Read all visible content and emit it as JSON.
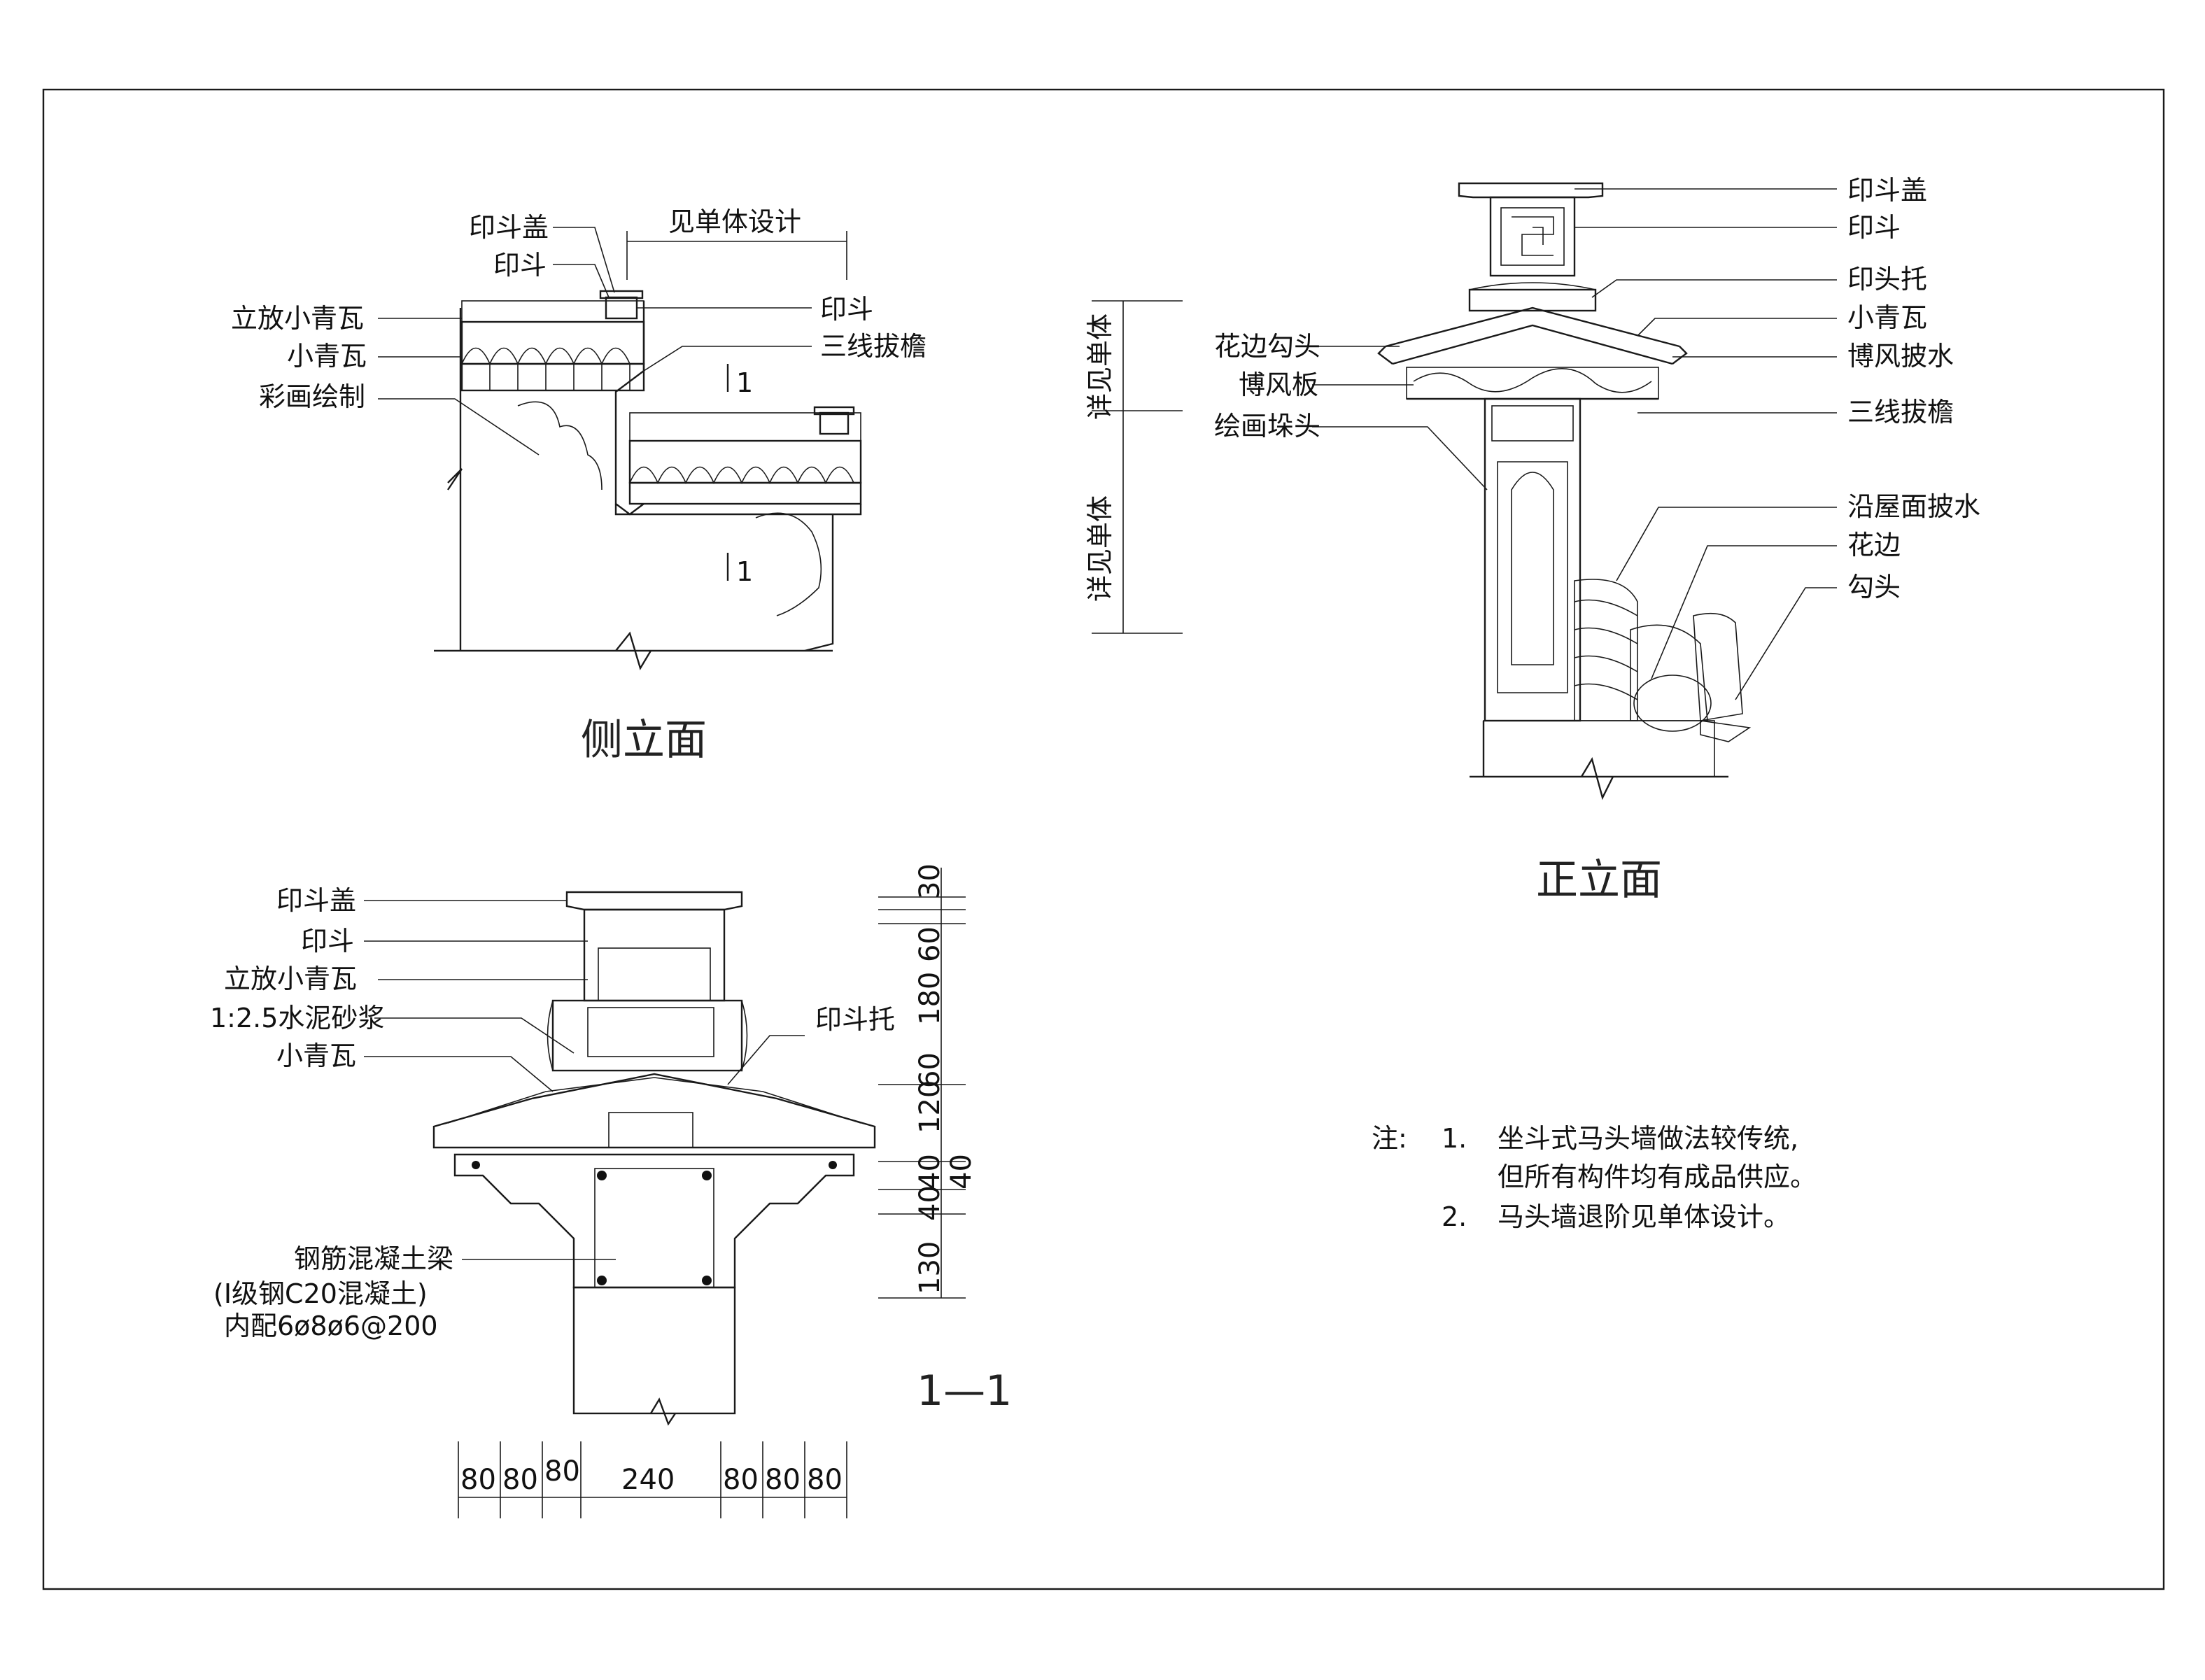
{
  "side_elevation": {
    "title": "侧立面",
    "dim_label": "见单体设计",
    "section_marks": [
      "1",
      "1"
    ],
    "labels": {
      "yindou_gai": "印斗盖",
      "yindou_left": "印斗",
      "lifang_xiaoqingwa": "立放小青瓦",
      "xiaoqingwa": "小青瓦",
      "caihua": "彩画绘制",
      "yindou_right": "印斗",
      "sanxian": "三线拔檐"
    }
  },
  "front_elevation": {
    "title": "正立面",
    "vertical_dims": [
      "详见单体",
      "详见单体"
    ],
    "labels": {
      "yindou_gai": "印斗盖",
      "yindou": "印斗",
      "yintou_tuo": "印头托",
      "xiaoqingwa": "小青瓦",
      "bofeng_pishui": "博风披水",
      "sanxian": "三线拔檐",
      "huabian_goutou": "花边勾头",
      "bofengban": "博风板",
      "huihua_duotou": "绘画垛头",
      "yanwumian_pishui": "沿屋面披水",
      "huabian": "花边",
      "goutou": "勾头"
    }
  },
  "section": {
    "title": "1—1",
    "labels": {
      "yindou_gai": "印斗盖",
      "yindou": "印斗",
      "lifang_xiaoqingwa": "立放小青瓦",
      "mortar": "1:2.5水泥砂浆",
      "xiaoqingwa": "小青瓦",
      "yindou_tuo": "印斗托",
      "beam_1": "钢筋混凝土梁",
      "beam_2": "(Ⅰ级钢C20混凝土)",
      "beam_3": "内配6ø8ø6@200"
    },
    "vertical_dims": [
      "30",
      "60",
      "180",
      "60",
      "120",
      "40",
      "40",
      "40",
      "130"
    ],
    "horizontal_dims": [
      "80",
      "80",
      "80",
      "240",
      "80",
      "80",
      "80"
    ]
  },
  "notes": {
    "prefix": "注:",
    "items": [
      {
        "num": "1.",
        "lines": [
          "坐斗式马头墙做法较传统,",
          "但所有构件均有成品供应。"
        ]
      },
      {
        "num": "2.",
        "lines": [
          "马头墙退阶见单体设计。"
        ]
      }
    ]
  }
}
